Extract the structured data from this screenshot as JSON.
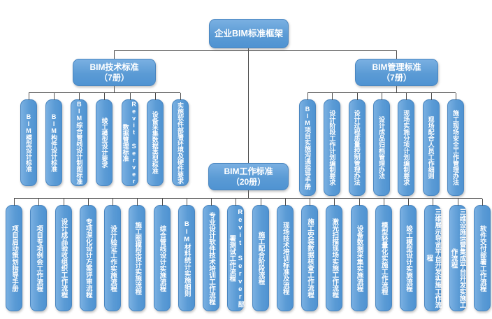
{
  "root": {
    "label": "企业BIM标准框架"
  },
  "branches": {
    "tech": {
      "label": "BIM技术标准",
      "volumes": "（7册）",
      "children": [
        "BIM模型设计标准",
        "BIM构件设计标准",
        "BIM综合管线设计制图标准",
        "竣工模型设计要求",
        "Revit Server数据管理标准",
        "设备采集数据类型标准",
        "实施软件部署环境及硬件要求"
      ]
    },
    "mgmt": {
      "label": "BIM管理标准",
      "volumes": "（7册）",
      "children": [
        "BIM项目实施沟通指导手册",
        "设计阶段工作计划编制要求",
        "设计过程质量控制管理办法",
        "设计成品归档管理办法",
        "现场实施分项计划编制要求",
        "现场配合人员工作细则",
        "施工现场安全工作管理办法"
      ]
    },
    "work": {
      "label": "BIM工作标准",
      "volumes": "（20册）",
      "children": [
        "项目启动策划指导手册",
        "项目专项例会工作流程",
        "设计成品验收组织工作流程",
        "专项深化设计方案评审流程",
        "设计验证工作实施流程",
        "施工图模型设计实施流程",
        "综合管线设计实施流程",
        "BIM材料统计实施细则",
        "专业设计软件技术培训工作流程",
        "Revit Server部署测试工作流程",
        "施工配合阶段流程",
        "现场技术培训标准及流程",
        "施工安装数据核查工作流程",
        "激光扫描现场实施工作流程",
        "设备数据采集实施流程",
        "模型轻量化实施工作流程",
        "竣工模型设计实施流程",
        "三维展示导览平台开发实施工作流程",
        "三维设施运营集成平台开发实施工作流程",
        "软件交付部署工作流程"
      ]
    }
  },
  "colors": {
    "box-fill": "#5b9bd5",
    "box-fill-light": "#7ab0e2",
    "box-fill-dark": "#4f93d2",
    "box-border": "#4a86c0",
    "line": "#4d4d4d",
    "text": "#ffffff"
  }
}
